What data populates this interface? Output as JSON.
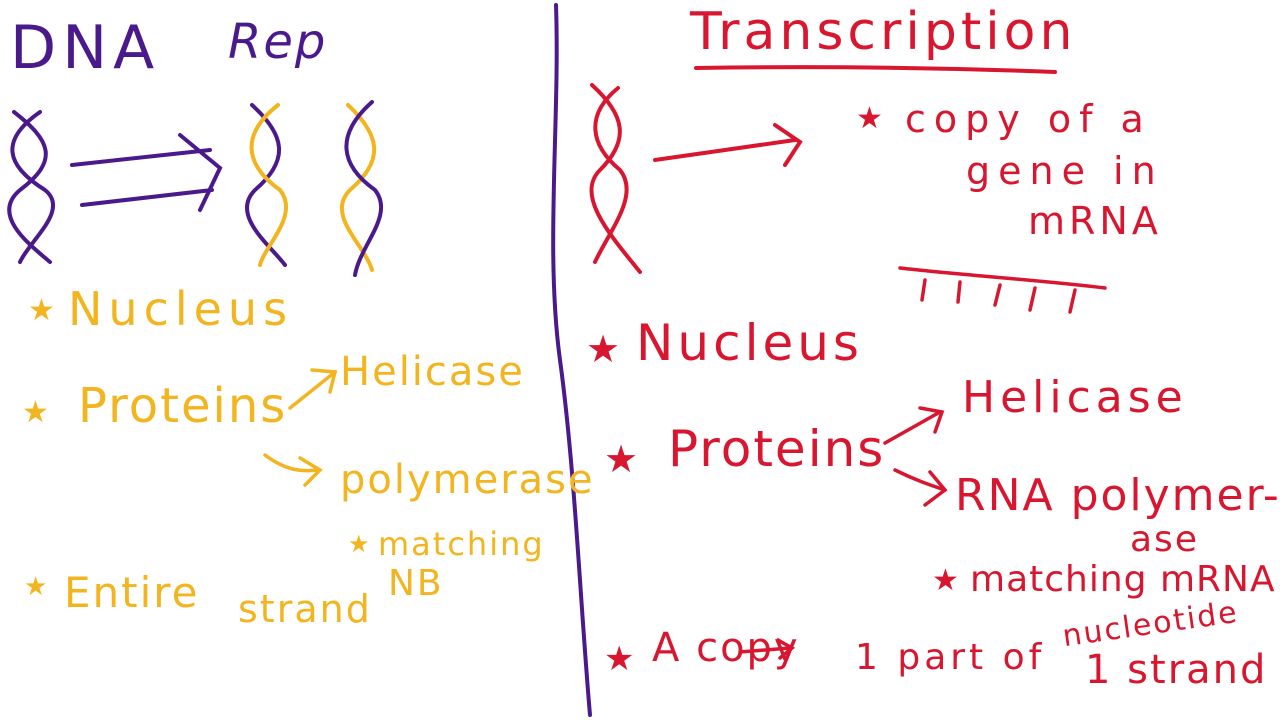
{
  "colors": {
    "purple": "#4a1a8c",
    "yellow": "#f2b51f",
    "red": "#d91630"
  },
  "left": {
    "title_dna": "DNA",
    "title_rep": "Rep",
    "item_nucleus": "Nucleus",
    "item_proteins": "Proteins",
    "protein_helicase": "Helicase",
    "protein_polymerase": "polymerase",
    "matching": "matching",
    "matching_nb": "NB",
    "item_entire": "Entire",
    "item_strand": "strand"
  },
  "right": {
    "title": "Transcription",
    "copy_line1": "copy of a",
    "copy_line2": "gene in",
    "copy_line3": "mRNA",
    "item_nucleus": "Nucleus",
    "item_proteins": "Proteins",
    "protein_helicase": "Helicase",
    "protein_rna_polymerase": "RNA polymer-",
    "protein_rna_polymerase_2": "ase",
    "matching": "matching mRNA",
    "nucleotide": "nucleotide",
    "copy_part": "A copy",
    "copy_part_2": "1 part of",
    "copy_strand": "1 strand"
  },
  "icons": [
    "star-icon",
    "arrow-icon",
    "double-arrow-icon",
    "dna-helix-icon"
  ]
}
